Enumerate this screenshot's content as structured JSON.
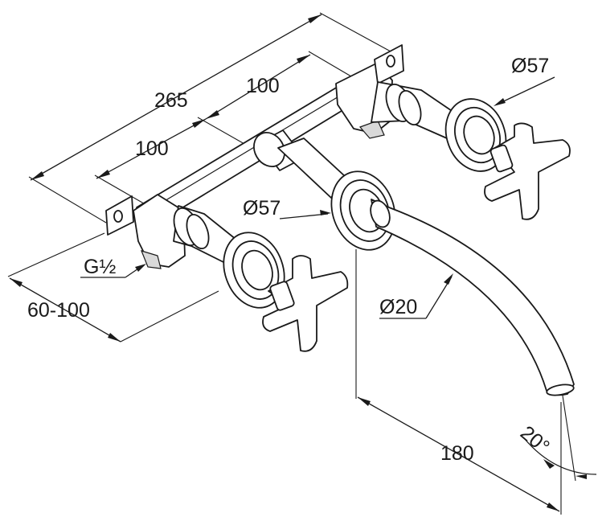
{
  "dimensions": {
    "overall_width": "265",
    "spacing_right": "100",
    "spacing_left": "100",
    "thread": "G½",
    "wall_depth": "60-100",
    "rosette_right_diameter": "Ø57",
    "rosette_middle_diameter": "Ø57",
    "spout_diameter": "Ø20",
    "spout_projection": "180",
    "spout_angle": "20°"
  }
}
